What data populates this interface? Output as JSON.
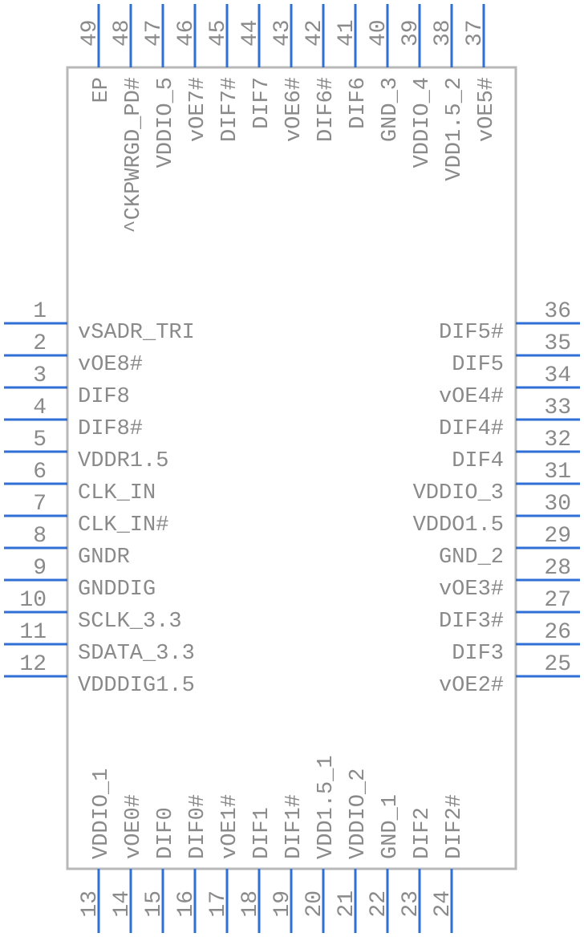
{
  "component": {
    "left_pins": [
      {
        "number": "1",
        "name": "vSADR_TRI"
      },
      {
        "number": "2",
        "name": "vOE8#"
      },
      {
        "number": "3",
        "name": "DIF8"
      },
      {
        "number": "4",
        "name": "DIF8#"
      },
      {
        "number": "5",
        "name": "VDDR1.5"
      },
      {
        "number": "6",
        "name": "CLK_IN"
      },
      {
        "number": "7",
        "name": "CLK_IN#"
      },
      {
        "number": "8",
        "name": "GNDR"
      },
      {
        "number": "9",
        "name": "GNDDIG"
      },
      {
        "number": "10",
        "name": "SCLK_3.3"
      },
      {
        "number": "11",
        "name": "SDATA_3.3"
      },
      {
        "number": "12",
        "name": "VDDDIG1.5"
      }
    ],
    "right_pins": [
      {
        "number": "36",
        "name": "DIF5#"
      },
      {
        "number": "35",
        "name": "DIF5"
      },
      {
        "number": "34",
        "name": "vOE4#"
      },
      {
        "number": "33",
        "name": "DIF4#"
      },
      {
        "number": "32",
        "name": "DIF4"
      },
      {
        "number": "31",
        "name": "VDDIO_3"
      },
      {
        "number": "30",
        "name": "VDDO1.5"
      },
      {
        "number": "29",
        "name": "GND_2"
      },
      {
        "number": "28",
        "name": "vOE3#"
      },
      {
        "number": "27",
        "name": "DIF3#"
      },
      {
        "number": "26",
        "name": "DIF3"
      },
      {
        "number": "25",
        "name": "vOE2#"
      }
    ],
    "bottom_pins": [
      {
        "number": "13",
        "name": "VDDIO_1"
      },
      {
        "number": "14",
        "name": "vOE0#"
      },
      {
        "number": "15",
        "name": "DIF0"
      },
      {
        "number": "16",
        "name": "DIF0#"
      },
      {
        "number": "17",
        "name": "vOE1#"
      },
      {
        "number": "18",
        "name": "DIF1"
      },
      {
        "number": "19",
        "name": "DIF1#"
      },
      {
        "number": "20",
        "name": "VDD1.5_1"
      },
      {
        "number": "21",
        "name": "VDDIO_2"
      },
      {
        "number": "22",
        "name": "GND_1"
      },
      {
        "number": "23",
        "name": "DIF2"
      },
      {
        "number": "24",
        "name": "DIF2#"
      }
    ],
    "top_pins": [
      {
        "number": "49",
        "name": "EP"
      },
      {
        "number": "48",
        "name": "^CKPWRGD_PD#"
      },
      {
        "number": "47",
        "name": "VDDIO_5"
      },
      {
        "number": "46",
        "name": "vOE7#"
      },
      {
        "number": "45",
        "name": "DIF7#"
      },
      {
        "number": "44",
        "name": "DIF7"
      },
      {
        "number": "43",
        "name": "vOE6#"
      },
      {
        "number": "42",
        "name": "DIF6#"
      },
      {
        "number": "41",
        "name": "DIF6"
      },
      {
        "number": "40",
        "name": "GND_3"
      },
      {
        "number": "39",
        "name": "VDDIO_4"
      },
      {
        "number": "38",
        "name": "VDD1.5_2"
      },
      {
        "number": "37",
        "name": "vOE5#"
      }
    ],
    "colors": {
      "pin": "#2f6fd6",
      "outline": "#b8b8b8",
      "text": "#8a8a8a"
    }
  }
}
